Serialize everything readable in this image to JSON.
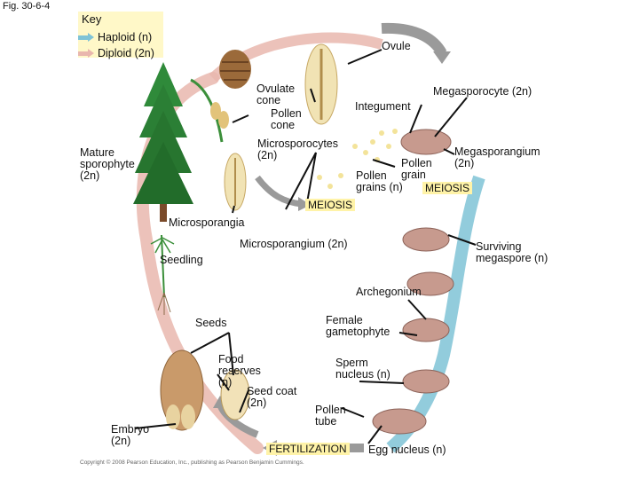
{
  "figure_label": "Fig. 30-6-4",
  "key": {
    "title": "Key",
    "haploid": "Haploid (n)",
    "diploid": "Diploid (2n)"
  },
  "labels": {
    "ovule": "Ovule",
    "ovulate_cone": "Ovulate\ncone",
    "pollen_cone": "Pollen\ncone",
    "integument": "Integument",
    "megasporocyte": "Megasporocyte (2n)",
    "megasporangium": "Megasporangium\n(2n)",
    "microsporocytes": "Microsporocytes\n(2n)",
    "mature_sporophyte": "Mature\nsporophyte\n(2n)",
    "pollen_grain": "Pollen\ngrain",
    "pollen_grains": "Pollen\ngrains (n)",
    "meiosis_1": "MEIOSIS",
    "meiosis_2": "MEIOSIS",
    "microsporangia": "Microsporangia",
    "microsporangium": "Microsporangium (2n)",
    "surviving_megaspore": "Surviving\nmegaspore (n)",
    "seedling": "Seedling",
    "archegonium": "Archegonium",
    "seeds": "Seeds",
    "female_gametophyte": "Female\ngametophyte",
    "food_reserves": "Food\nreserves\n(n)",
    "sperm_nucleus": "Sperm\nnucleus (n)",
    "seed_coat": "Seed coat\n(2n)",
    "embryo": "Embryo\n(2n)",
    "pollen_tube": "Pollen\ntube",
    "fertilization": "FERTILIZATION",
    "egg_nucleus": "Egg nucleus (n)"
  },
  "copyright": "Copyright © 2008 Pearson Education, Inc., publishing as Pearson Benjamin Cummings.",
  "colors": {
    "haploid": "#7fc3d6",
    "diploid": "#e9b7ae",
    "arrow_gray": "#9a9a9a",
    "highlight": "#fff3a8",
    "key_bg": "#fff8c8"
  }
}
